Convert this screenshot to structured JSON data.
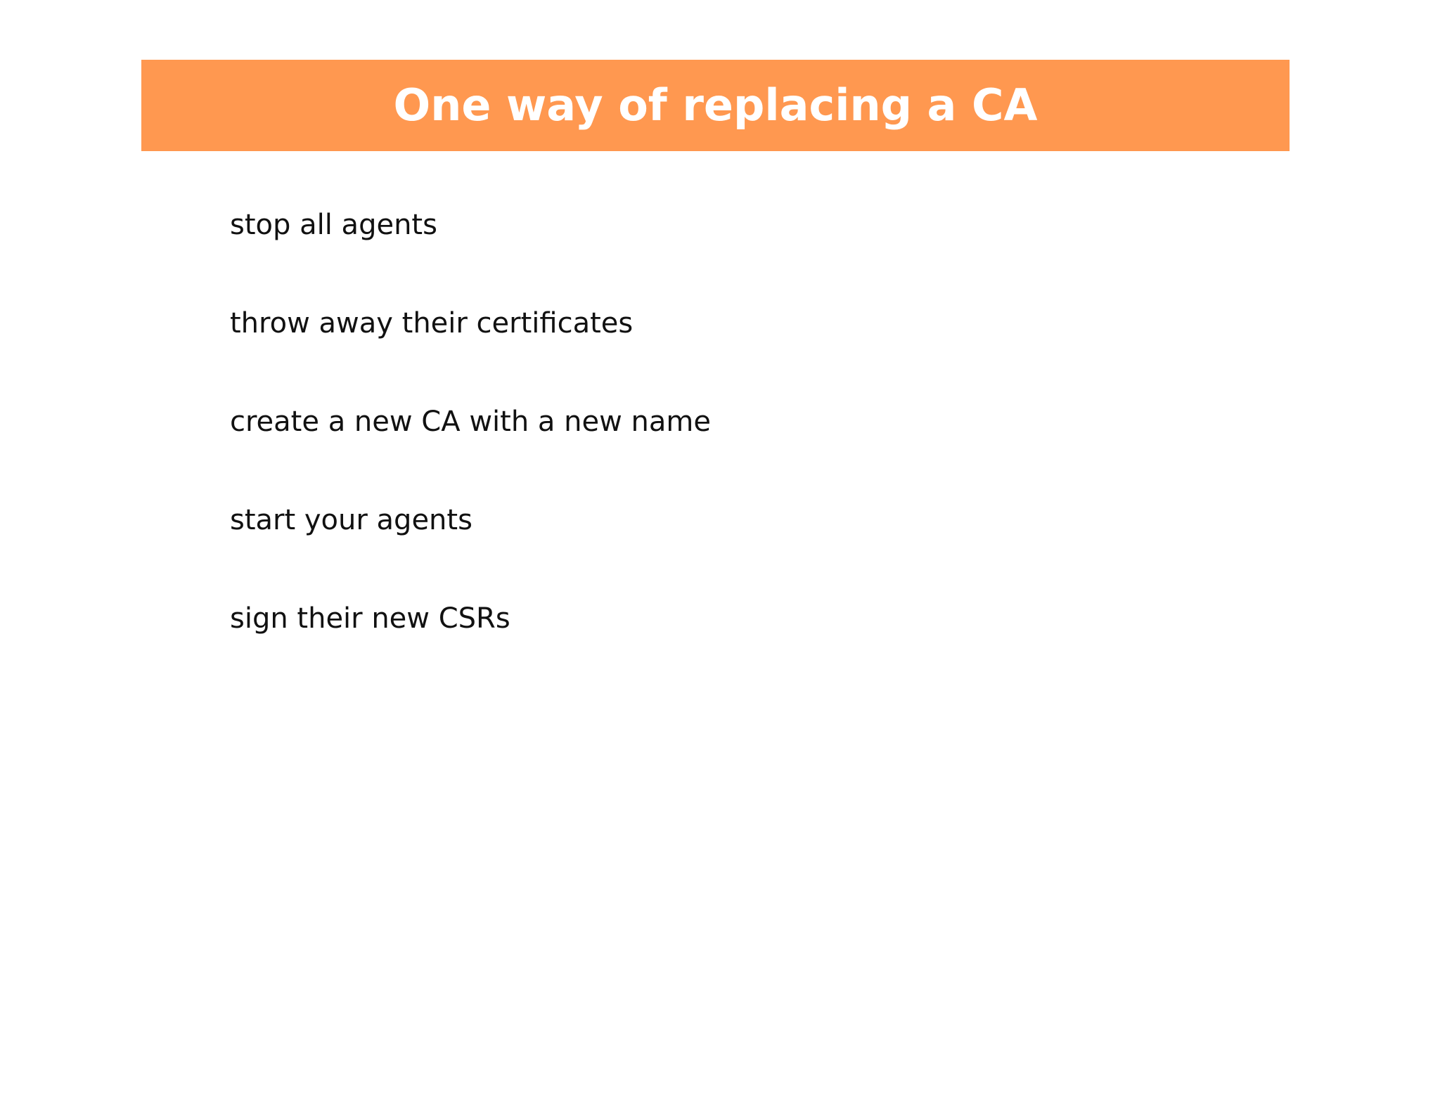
{
  "slide": {
    "title": "One way of replacing a CA",
    "bullets": [
      "stop all agents",
      "throw away their certificates",
      "create a new CA with a new name",
      "start your agents",
      "sign their new CSRs"
    ]
  },
  "colors": {
    "title_bar": "#ff9850",
    "title_text": "#ffffff",
    "body_text": "#111111",
    "background": "#ffffff"
  }
}
